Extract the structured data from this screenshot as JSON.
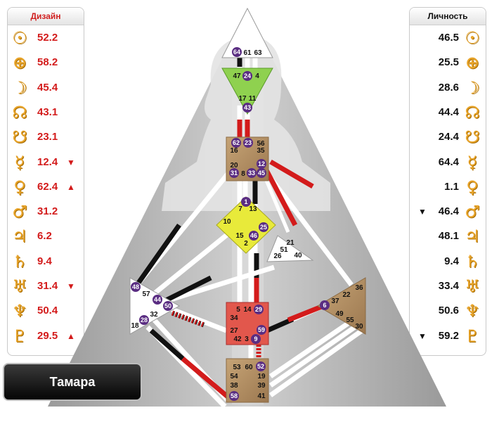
{
  "design": {
    "title": "Дизайн",
    "rows": [
      {
        "icon": "sun-icon",
        "glyph": "☉",
        "value": "52.2",
        "arrow": ""
      },
      {
        "icon": "earth-icon",
        "glyph": "⊕",
        "value": "58.2",
        "arrow": ""
      },
      {
        "icon": "moon-icon",
        "glyph": "☽",
        "value": "45.4",
        "arrow": ""
      },
      {
        "icon": "north-node-icon",
        "glyph": "☊",
        "value": "43.1",
        "arrow": ""
      },
      {
        "icon": "south-node-icon",
        "glyph": "☋",
        "value": "23.1",
        "arrow": ""
      },
      {
        "icon": "mercury-icon",
        "glyph": "☿",
        "value": "12.4",
        "arrow": "▼"
      },
      {
        "icon": "venus-icon",
        "glyph": "♀",
        "value": "62.4",
        "arrow": "▲"
      },
      {
        "icon": "mars-icon",
        "glyph": "♂",
        "value": "31.2",
        "arrow": ""
      },
      {
        "icon": "jupiter-icon",
        "glyph": "♃",
        "value": "6.2",
        "arrow": ""
      },
      {
        "icon": "saturn-icon",
        "glyph": "♄",
        "value": "9.4",
        "arrow": ""
      },
      {
        "icon": "uranus-icon",
        "glyph": "♅",
        "value": "31.4",
        "arrow": "▼"
      },
      {
        "icon": "neptune-icon",
        "glyph": "♆",
        "value": "50.4",
        "arrow": ""
      },
      {
        "icon": "pluto-icon",
        "glyph": "♇",
        "value": "29.5",
        "arrow": "▲"
      }
    ]
  },
  "personality": {
    "title": "Личность",
    "rows": [
      {
        "icon": "sun-icon",
        "glyph": "☉",
        "value": "46.5",
        "arrow": ""
      },
      {
        "icon": "earth-icon",
        "glyph": "⊕",
        "value": "25.5",
        "arrow": ""
      },
      {
        "icon": "moon-icon",
        "glyph": "☽",
        "value": "28.6",
        "arrow": ""
      },
      {
        "icon": "north-node-icon",
        "glyph": "☊",
        "value": "44.4",
        "arrow": ""
      },
      {
        "icon": "south-node-icon",
        "glyph": "☋",
        "value": "24.4",
        "arrow": ""
      },
      {
        "icon": "mercury-icon",
        "glyph": "☿",
        "value": "64.4",
        "arrow": ""
      },
      {
        "icon": "venus-icon",
        "glyph": "♀",
        "value": "1.1",
        "arrow": ""
      },
      {
        "icon": "mars-icon",
        "glyph": "♂",
        "value": "46.4",
        "arrow": "▼"
      },
      {
        "icon": "jupiter-icon",
        "glyph": "♃",
        "value": "48.1",
        "arrow": ""
      },
      {
        "icon": "saturn-icon",
        "glyph": "♄",
        "value": "9.4",
        "arrow": ""
      },
      {
        "icon": "uranus-icon",
        "glyph": "♅",
        "value": "33.4",
        "arrow": ""
      },
      {
        "icon": "neptune-icon",
        "glyph": "♆",
        "value": "50.6",
        "arrow": ""
      },
      {
        "icon": "pluto-icon",
        "glyph": "♇",
        "value": "59.2",
        "arrow": "▼"
      }
    ]
  },
  "name": "Тамара",
  "colors": {
    "design_red": "#d31b1b",
    "personality_black": "#111111",
    "planet_gold": "#e9a52a",
    "head_center": "#ffffff",
    "ajna_center": "#8fd14f",
    "throat_center": "#b08a58",
    "g_center": "#e8ea3a",
    "sacral_center": "#e2574c",
    "root_center": "#b08a58",
    "spleen_center": "#ffffff",
    "solar_plexus_center": "#b08a58",
    "ego_center": "#ffffff",
    "badge_purple": "#5a2d82"
  },
  "centers": {
    "head": {
      "gates": [
        "64",
        "61",
        "63"
      ],
      "badges": [
        "64"
      ]
    },
    "ajna": {
      "gates": [
        "47",
        "24",
        "4",
        "17",
        "11",
        "43"
      ],
      "badges": [
        "24",
        "43"
      ]
    },
    "throat": {
      "gates": [
        "62",
        "23",
        "56",
        "16",
        "35",
        "20",
        "31",
        "8",
        "33",
        "45",
        "12"
      ],
      "badges": [
        "62",
        "23",
        "31",
        "33",
        "45",
        "12"
      ]
    },
    "g": {
      "gates": [
        "1",
        "7",
        "13",
        "10",
        "15",
        "46",
        "2",
        "25"
      ],
      "badges": [
        "1",
        "46",
        "25"
      ]
    },
    "ego": {
      "gates": [
        "21",
        "51",
        "26",
        "40"
      ],
      "badges": []
    },
    "spleen": {
      "gates": [
        "48",
        "57",
        "44",
        "50",
        "32",
        "28",
        "18"
      ],
      "badges": [
        "48",
        "44",
        "50",
        "28"
      ]
    },
    "sacral": {
      "gates": [
        "5",
        "14",
        "29",
        "34",
        "27",
        "59",
        "42",
        "3",
        "9"
      ],
      "badges": [
        "29",
        "59",
        "9"
      ]
    },
    "solar_plexus": {
      "gates": [
        "36",
        "22",
        "37",
        "6",
        "49",
        "55",
        "30"
      ],
      "badges": [
        "6"
      ]
    },
    "root": {
      "gates": [
        "53",
        "60",
        "52",
        "54",
        "19",
        "38",
        "39",
        "58",
        "41"
      ],
      "badges": [
        "52",
        "58"
      ]
    }
  }
}
